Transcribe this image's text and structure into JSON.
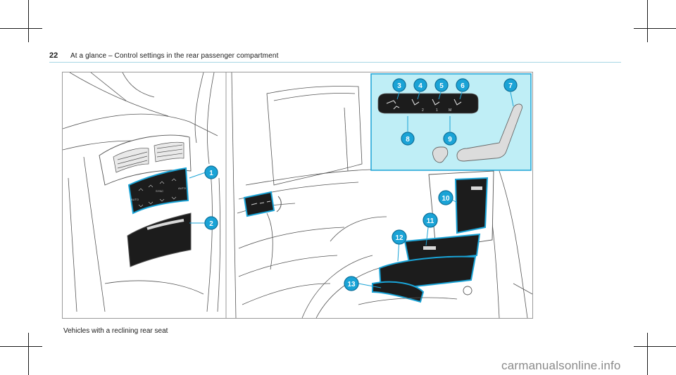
{
  "header": {
    "page_number": "22",
    "title": "At a glance – Control settings in the rear passenger compartment"
  },
  "figure": {
    "callouts": [
      "1",
      "2",
      "3",
      "4",
      "5",
      "6",
      "7",
      "8",
      "9",
      "10",
      "11",
      "12",
      "13"
    ],
    "panel_labels": [
      "2",
      "1",
      "M"
    ],
    "console_labels": [
      "AUTO",
      "AUTO",
      "SYNC"
    ]
  },
  "caption": "Vehicles with a reclining rear seat",
  "watermark": "carmanualsonline.info",
  "colors": {
    "accent": "#1aa3d6",
    "inset_bg": "#bfeef6",
    "panel_dark": "#1c1c1c"
  }
}
